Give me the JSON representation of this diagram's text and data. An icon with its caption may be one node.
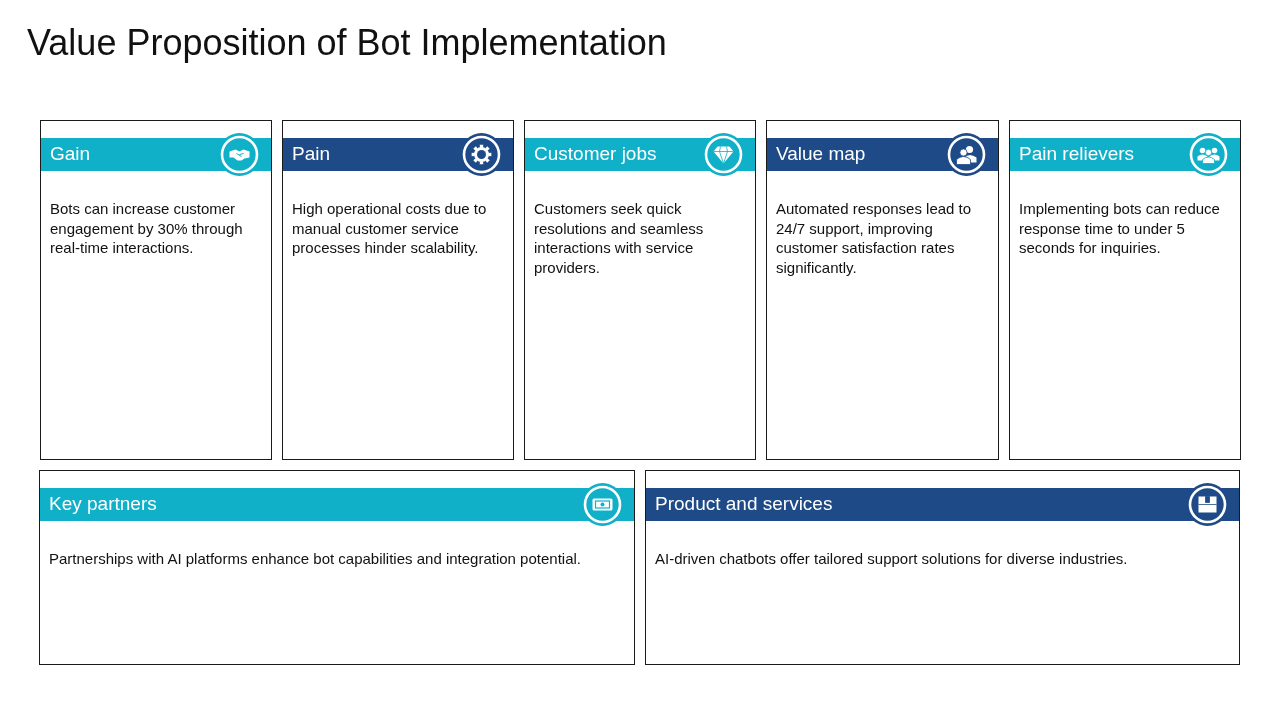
{
  "diagram": {
    "title": "Value Proposition of Bot Implementation",
    "nodes": [
      {
        "text": [
          "Gain",
          "Bots can increase customer engagement by 30% through real-time interactions."
        ]
      },
      {
        "text": [
          "Pain",
          "High operational costs due to manual customer service processes hinder scalability."
        ]
      },
      {
        "text": [
          "Customer jobs",
          "Customers seek quick resolutions and seamless interactions with service providers."
        ]
      },
      {
        "text": [
          "Value map",
          "Automated responses lead to 24/7 support, improving customer satisfaction rates significantly."
        ]
      },
      {
        "text": [
          "Pain relievers",
          "Implementing bots can reduce response time to under 5 seconds for inquiries."
        ]
      },
      {
        "text": [
          "Key partners",
          "Partnerships with AI platforms enhance bot capabilities and integration potential."
        ]
      },
      {
        "text": [
          "Product and services",
          "AI-driven chatbots offer tailored support solutions for diverse industries."
        ]
      }
    ]
  }
}
